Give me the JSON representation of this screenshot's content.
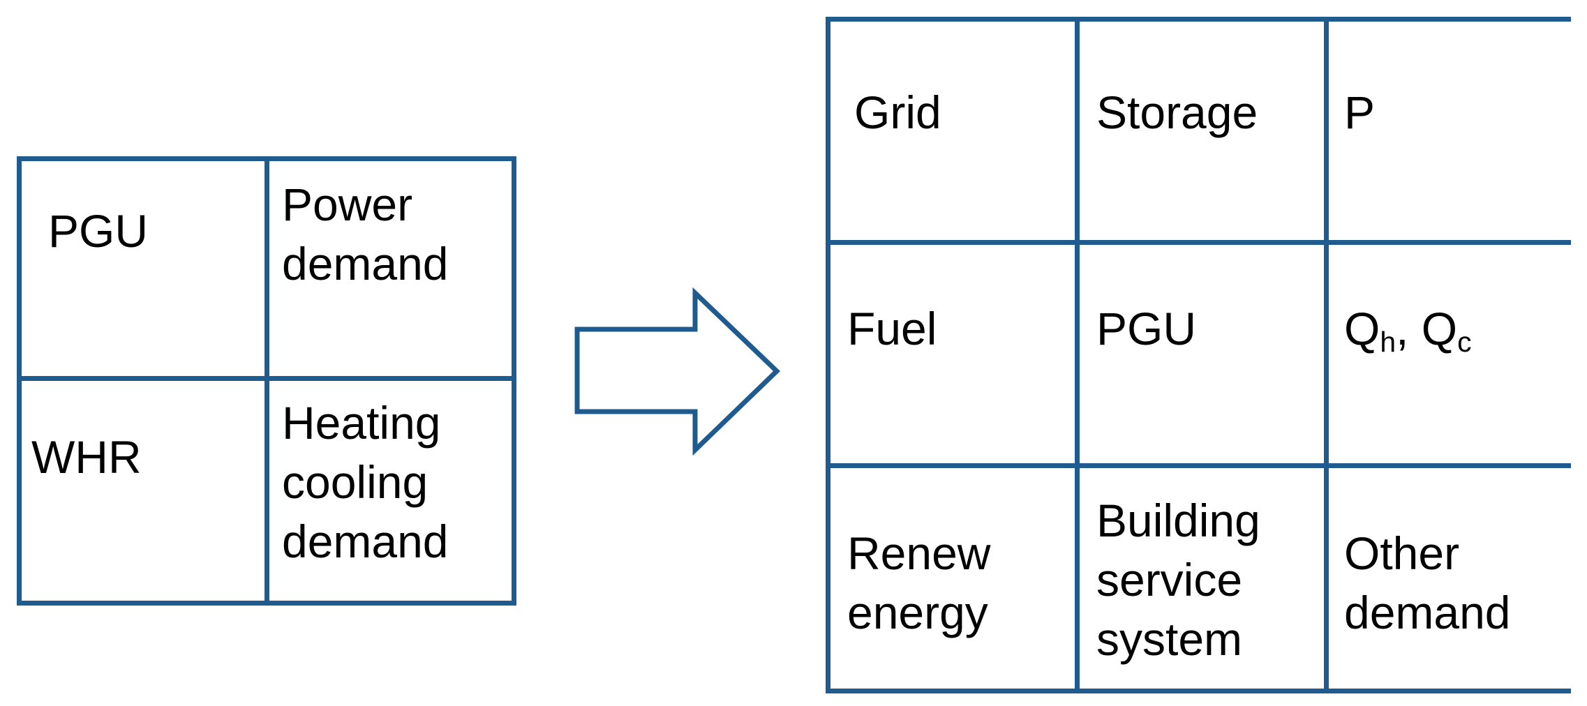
{
  "left_grid": {
    "cells": [
      {
        "text": "PGU"
      },
      {
        "text": "Power\ndemand"
      },
      {
        "text": "WHR"
      },
      {
        "text": "Heating\ncooling\ndemand"
      }
    ]
  },
  "right_grid": {
    "cells": [
      {
        "text": "Grid"
      },
      {
        "text": "Storage"
      },
      {
        "text": "P"
      },
      {
        "text": "Fuel"
      },
      {
        "text": "PGU"
      },
      {
        "q1": "Q",
        "q1_sub": "h",
        "sep": ", ",
        "q2": "Q",
        "q2_sub": "c"
      },
      {
        "text": "Renew\nenergy"
      },
      {
        "text": "Building\nservice\nsystem"
      },
      {
        "text": "Other\ndemand"
      }
    ]
  },
  "colors": {
    "line": "#1f5b8e",
    "background": "#ffffff",
    "text": "#000000"
  },
  "icons": {
    "arrow": "right-arrow-icon"
  }
}
